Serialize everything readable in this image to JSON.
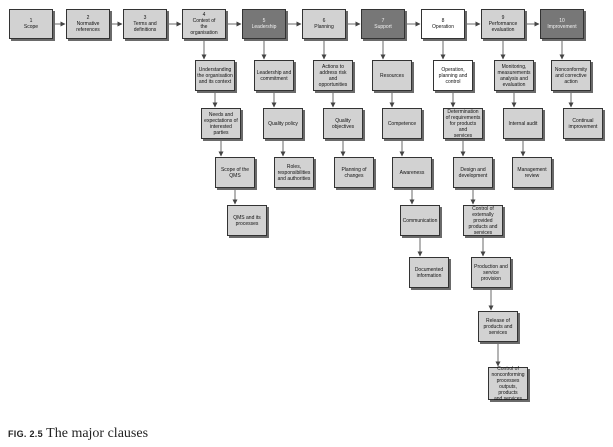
{
  "clauses": [
    {
      "id": "scope",
      "label": "1\nScope"
    },
    {
      "id": "normative-references",
      "label": "2\nNormative\nreferences"
    },
    {
      "id": "terms-and-definitions",
      "label": "3\nTerms and\ndefinitions"
    },
    {
      "id": "context-of-the-organisation",
      "label": "4\nContext of\nthe\norganisation"
    },
    {
      "id": "leadership",
      "label": "5\nLeadership"
    },
    {
      "id": "planning",
      "label": "6\nPlanning"
    },
    {
      "id": "support",
      "label": "7\nSupport"
    },
    {
      "id": "operation",
      "label": "8\nOperation"
    },
    {
      "id": "performance-evaluation",
      "label": "9\nPerformance\nevaluation"
    },
    {
      "id": "improvement",
      "label": "10\nImprovement"
    }
  ],
  "subclauses": {
    "context": [
      {
        "id": "understanding-the-organisation",
        "label": "Understanding\nthe organisation\nand its context"
      },
      {
        "id": "needs-and-expectations",
        "label": "Needs and\nexpectations of\ninterested\nparties"
      },
      {
        "id": "scope-of-the-qms",
        "label": "Scope of the\nQMS"
      },
      {
        "id": "qms-and-its-processes",
        "label": "QMS and its\nprocesses"
      }
    ],
    "leadership": [
      {
        "id": "leadership-and-commitment",
        "label": "Leadership and\ncommitment"
      },
      {
        "id": "quality-policy",
        "label": "Quality policy"
      },
      {
        "id": "roles-responsibilities",
        "label": "Roles,\nresponsibilities\nand authorities"
      }
    ],
    "planning": [
      {
        "id": "actions-to-address-risk",
        "label": "Actions to\naddress risk and\nopportunities"
      },
      {
        "id": "quality-objectives",
        "label": "Quality\nobjectives"
      },
      {
        "id": "planning-of-changes",
        "label": "Planning of\nchanges"
      }
    ],
    "support": [
      {
        "id": "resources",
        "label": "Resources"
      },
      {
        "id": "competence",
        "label": "Competence"
      },
      {
        "id": "awareness",
        "label": "Awareness"
      },
      {
        "id": "communication",
        "label": "Communication"
      },
      {
        "id": "documented-information",
        "label": "Documented\ninformation"
      }
    ],
    "operation": [
      {
        "id": "operation-planning-and-control",
        "label": "Operation,\nplanning and\ncontrol"
      },
      {
        "id": "determination-of-requirements",
        "label": "Determination\nof requirements\nfor products and\nservices"
      },
      {
        "id": "design-and-development",
        "label": "Design and\ndevelopment"
      },
      {
        "id": "control-of-externally-provided",
        "label": "Control of\nexternally\nprovided\nproducts and\nservices"
      },
      {
        "id": "production-and-service-provision",
        "label": "Production and\nservice\nprovision"
      },
      {
        "id": "release-of-products",
        "label": "Release of\nproducts and\nservices"
      },
      {
        "id": "control-of-nonconforming",
        "label": "Control of\nnonconforming\nprocesses\noutputs, products\nand services"
      }
    ],
    "performance": [
      {
        "id": "monitoring-measurements",
        "label": "Monitoring,\nmeasurements\nanalysis and\nevaluation"
      },
      {
        "id": "internal-audit",
        "label": "Internal audit"
      },
      {
        "id": "management-review",
        "label": "Management\nreview"
      }
    ],
    "improvement": [
      {
        "id": "nonconformity-and-corrective-action",
        "label": "Nonconformity\nand corrective\naction"
      },
      {
        "id": "continual-improvement",
        "label": "Continual\nimprovement"
      }
    ]
  },
  "caption": {
    "fig": "FIG. 2.5",
    "text": "The major clauses"
  }
}
